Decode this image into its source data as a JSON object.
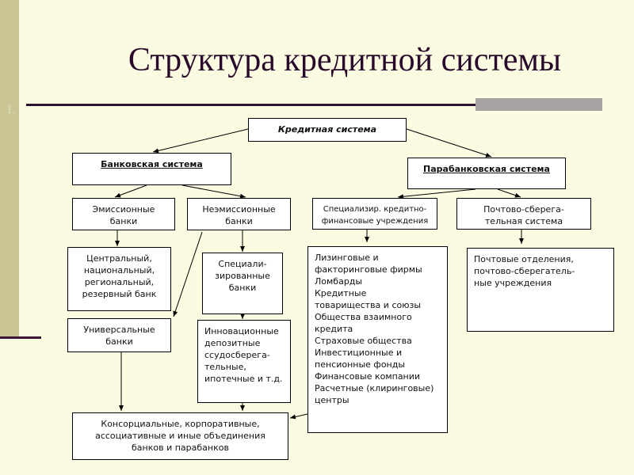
{
  "title": "Структура кредитной системы",
  "list_number": "1.",
  "nodes": {
    "credit": "Кредитная система",
    "banking": "Банковская система",
    "parabanking": "Парабанковская система",
    "emission": "Эмиссионные\nбанки",
    "nonemission": "Неэмиссионные\nбанки",
    "specialized_fin": "Специализир. кредитно-\nфинансовые учреждения",
    "postal_system": "Почтово-сберега-\nтельная система",
    "central": "Центральный,\nнациональный,\nрегиональный,\nрезервный банк",
    "specialized_banks": "Специали-\nзированные\nбанки",
    "leasing": "Лизинговые и\nфакторинговые фирмы\nЛомбарды\nКредитные\nтоварищества и союзы\nОбщества взаимного\nкредита\nСтраховые общества\nИнвестиционные и\nпенсионные фонды\nФинансовые компании\nРасчетные (клиринговые)\nцентры",
    "postal_offices": "Почтовые  отделения,\nпочтово-сберегатель-\nные учреждения",
    "universal": "Универсальные\nбанки",
    "innovation": "Инновационные\nдепозитные\nссудосберега-\nтельные,\nипотечные и т.д.",
    "consortium": "Консорциальные, корпоративные,\nассоциативные и иные объединения\nбанков и парабанков"
  }
}
